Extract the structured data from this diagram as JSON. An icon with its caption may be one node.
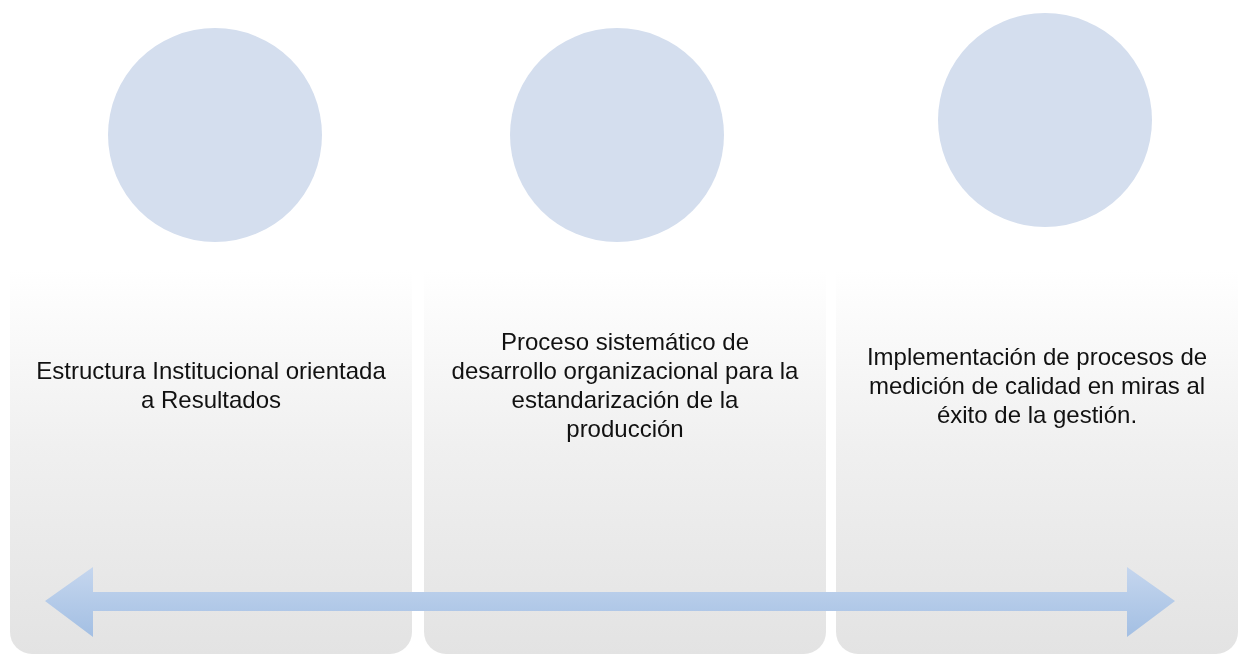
{
  "diagram": {
    "nodes": [
      {
        "text": [],
        "shape": "circle"
      },
      {
        "text": [],
        "shape": "circle"
      },
      {
        "text": [],
        "shape": "circle"
      },
      {
        "text": [
          "Estructura Institucional orientada a Resultados"
        ]
      },
      {
        "text": [
          "Proceso sistemático de desarrollo organizacional para la estandarización de la producción"
        ]
      },
      {
        "text": [
          "Implementación de procesos de medición de calidad en miras al éxito de la gestión."
        ]
      }
    ]
  }
}
